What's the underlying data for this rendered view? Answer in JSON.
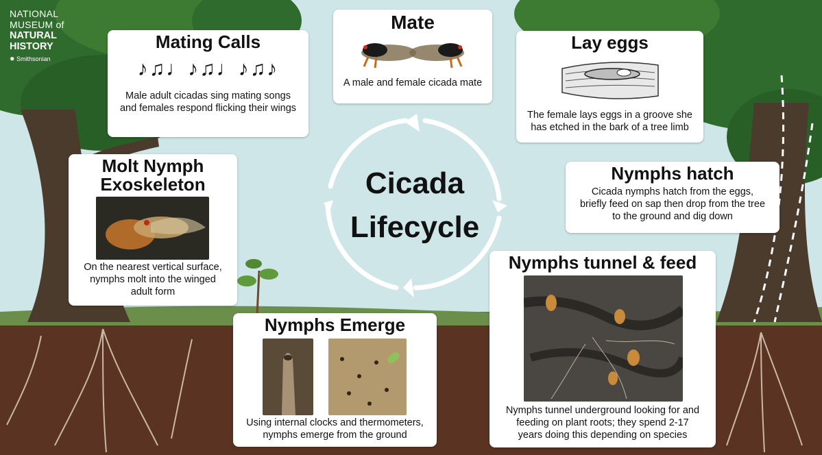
{
  "logo": {
    "line1": "NATIONAL",
    "line2": "MUSEUM of",
    "line3": "NATURAL",
    "line4": "HISTORY",
    "sub": "Smithsonian"
  },
  "center": {
    "title_line1": "Cicada",
    "title_line2": "Lifecycle"
  },
  "stages": {
    "mating_calls": {
      "title": "Mating Calls",
      "text_line1": "Male adult cicadas sing mating songs",
      "text_line2": "and females respond flicking their wings"
    },
    "mate": {
      "title": "Mate",
      "text": "A male and female cicada mate"
    },
    "lay_eggs": {
      "title": "Lay eggs",
      "text_line1": "The female lays eggs in a groove she",
      "text_line2": "has etched in the bark of a tree limb"
    },
    "nymphs_hatch": {
      "title": "Nymphs hatch",
      "text_line1": "Cicada nymphs hatch from the eggs,",
      "text_line2": "briefly feed on sap then drop from the tree",
      "text_line3": "to the ground and dig down"
    },
    "nymphs_tunnel": {
      "title": "Nymphs tunnel & feed",
      "text_line1": "Nymphs tunnel underground looking for and",
      "text_line2": "feeding on plant roots; they spend 2-17",
      "text_line3": "years doing this depending on species"
    },
    "nymphs_emerge": {
      "title": "Nymphs Emerge",
      "text_line1": "Using internal clocks and thermometers,",
      "text_line2": "nymphs emerge from the ground"
    },
    "molt": {
      "title_line1": "Molt Nymph",
      "title_line2": "Exoskeleton",
      "text_line1": "On the nearest vertical surface,",
      "text_line2": "nymphs molt into the winged",
      "text_line3": "adult form"
    }
  },
  "colors": {
    "sky": "#cfe6e8",
    "soil": "#5a3322",
    "foliage": "#2f6b2c",
    "trunk": "#4a3b2c",
    "cycle_arrows": "#ffffff"
  }
}
